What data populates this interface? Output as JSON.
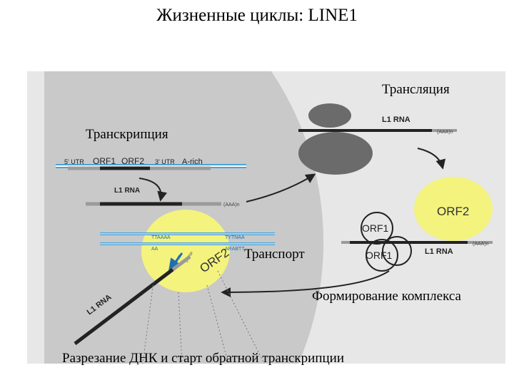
{
  "title": "Жизненные циклы: LINE1",
  "captions": {
    "translation": "Трансляция",
    "transcription": "Транскрипция",
    "transport": "Транспорт",
    "complex": "Формирование комплекса",
    "cleavage": "Разрезание ДНК и старт обратной транскрипции"
  },
  "labels": {
    "utr5": "5' UTR",
    "orf1": "ORF1",
    "orf2": "ORF2",
    "utr3": "3' UTR",
    "arich": "A-rich",
    "l1rna": "L1 RNA",
    "polya": "(AAA)n",
    "tt_top": "TTAAAA",
    "aa_bottom": "AA",
    "ty_top": "TYTNAA",
    "ar_bottom": "ARABTT",
    "tttt": "TTTT",
    "aaap": "(AAA)n"
  },
  "colors": {
    "nucleus": "#c9c9c9",
    "cytoplasm": "#e7e7e7",
    "yellow": "#f3f37e",
    "blue": "#4aa3d7",
    "ribosome": "#6b6b6b",
    "rna_dark": "#222222"
  }
}
